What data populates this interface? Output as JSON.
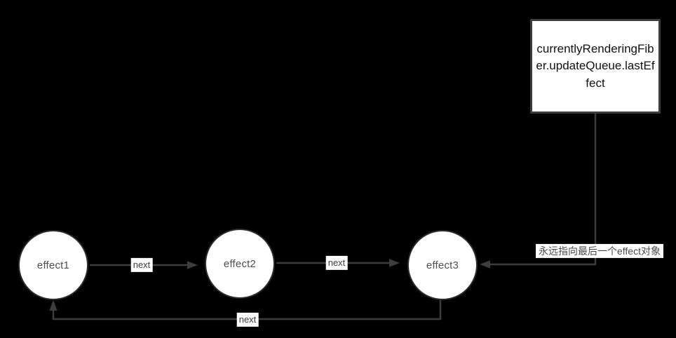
{
  "diagram": {
    "background_color": "#000000",
    "line_color": "#3d3d3d",
    "node_fill": "#ffffff",
    "node_border_color": "#2d2d2d",
    "nodes": [
      {
        "id": "effect1",
        "label": "effect1"
      },
      {
        "id": "effect2",
        "label": "effect2"
      },
      {
        "id": "effect3",
        "label": "effect3"
      }
    ],
    "pointer_box": {
      "label": "currentlyRenderingFiber.updateQueue.lastEffect",
      "fill": "#ffffff",
      "border_color": "#3c3c3c",
      "text_color": "#111111"
    },
    "edges": {
      "next_1_label": "next",
      "next_2_label": "next",
      "next_3_label": "next"
    },
    "annotation": {
      "text": "永远指向最后一个effect对象",
      "background": "#ffffff",
      "text_color": "#4a4a4a"
    }
  }
}
